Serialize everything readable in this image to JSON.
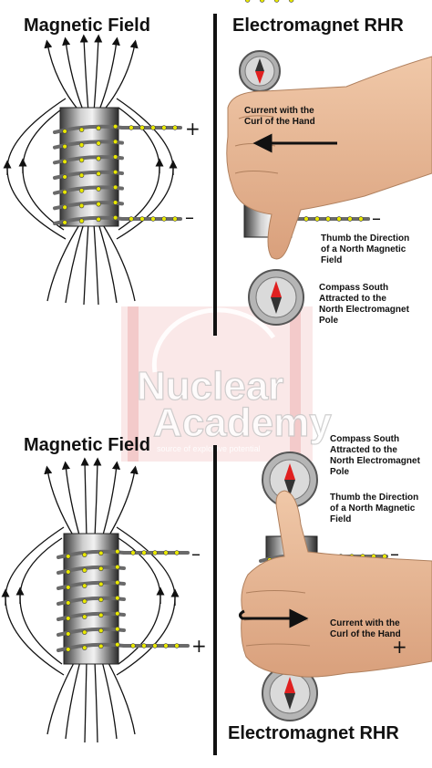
{
  "titles": {
    "top_left": "Magnetic Field",
    "top_right": "Electromagnet RHR",
    "bottom_left": "Magnetic Field",
    "bottom_right": "Electromagnet RHR"
  },
  "annotations": {
    "top_current": [
      "Current with the",
      "Curl of the Hand"
    ],
    "top_thumb": [
      "Thumb the Direction",
      "of a North Magnetic",
      "Field"
    ],
    "top_compass": [
      "Compass South",
      "Attracted to the",
      "North Electromagnet",
      "Pole"
    ],
    "bottom_compass": [
      "Compass South",
      "Attracted to the",
      "North Electromagnet",
      "Pole"
    ],
    "bottom_thumb": [
      "Thumb the Direction",
      "of a North Magnetic",
      "Field"
    ],
    "bottom_current": [
      "Current with the",
      "Curl of the Hand"
    ]
  },
  "signs": {
    "plus": "+",
    "minus": "–"
  },
  "watermark": {
    "line1": "Nuclear",
    "line2": "Academy",
    "tagline": "source of explosive potential"
  },
  "colors": {
    "wire_dot": "#e8e800",
    "compass_north": "#e02020",
    "compass_south": "#333333",
    "skin": "#e8b896",
    "watermark_red": "#d44040"
  },
  "icons": [
    "compass-icon",
    "hand-icon",
    "arrow-icon"
  ]
}
